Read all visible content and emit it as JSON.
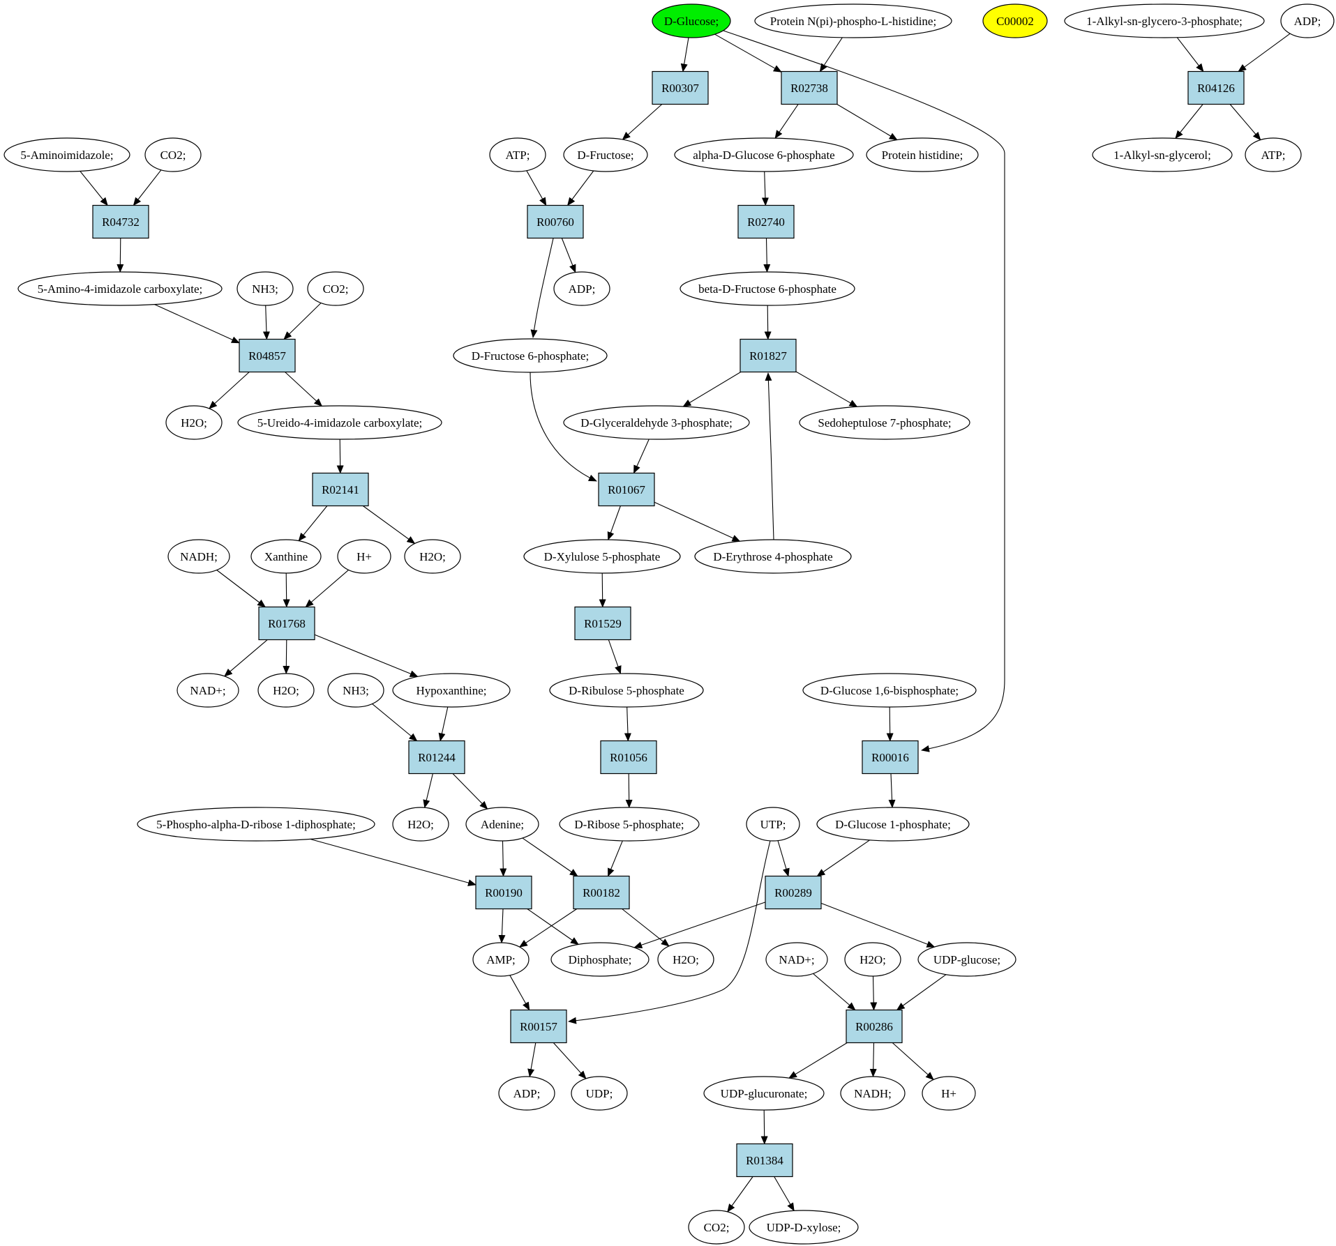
{
  "colors": {
    "reaction_fill": "#add8e6",
    "compound_fill": "#ffffff",
    "highlight_green": "#00ee00",
    "highlight_yellow": "#ffff00",
    "stroke": "#000000"
  },
  "compounds": [
    {
      "id": "dglucose",
      "label": "D-Glucose;",
      "fill": "#00ee00"
    },
    {
      "id": "protnphis",
      "label": "Protein N(pi)-phospho-L-histidine;"
    },
    {
      "id": "c00002",
      "label": "C00002",
      "fill": "#ffff00"
    },
    {
      "id": "alkylg3p",
      "label": "1-Alkyl-sn-glycero-3-phosphate;"
    },
    {
      "id": "adp_top",
      "label": "ADP;"
    },
    {
      "id": "aminoimid",
      "label": "5-Aminoimidazole;"
    },
    {
      "id": "co2_a",
      "label": "CO2;"
    },
    {
      "id": "atp_a",
      "label": "ATP;"
    },
    {
      "id": "dfructose",
      "label": "D-Fructose;"
    },
    {
      "id": "adg6p",
      "label": "alpha-D-Glucose 6-phosphate"
    },
    {
      "id": "prothis",
      "label": "Protein histidine;"
    },
    {
      "id": "alkylg",
      "label": "1-Alkyl-sn-glycerol;"
    },
    {
      "id": "atp_b",
      "label": "ATP;"
    },
    {
      "id": "amimcarb",
      "label": "5-Amino-4-imidazole carboxylate;"
    },
    {
      "id": "nh3_a",
      "label": "NH3;"
    },
    {
      "id": "co2_b",
      "label": "CO2;"
    },
    {
      "id": "adp_a",
      "label": "ADP;"
    },
    {
      "id": "bdf6p",
      "label": "beta-D-Fructose 6-phosphate"
    },
    {
      "id": "df6p",
      "label": "D-Fructose 6-phosphate;"
    },
    {
      "id": "h2o_a",
      "label": "H2O;"
    },
    {
      "id": "ureido",
      "label": "5-Ureido-4-imidazole carboxylate;"
    },
    {
      "id": "dg3p",
      "label": "D-Glyceraldehyde 3-phosphate;"
    },
    {
      "id": "sed7p",
      "label": "Sedoheptulose 7-phosphate;"
    },
    {
      "id": "nadh_a",
      "label": "NADH;"
    },
    {
      "id": "xanthine",
      "label": "Xanthine"
    },
    {
      "id": "hplus_a",
      "label": "H+"
    },
    {
      "id": "h2o_b",
      "label": "H2O;"
    },
    {
      "id": "dxyl5p",
      "label": "D-Xylulose 5-phosphate"
    },
    {
      "id": "dery4p",
      "label": "D-Erythrose 4-phosphate"
    },
    {
      "id": "nadplus_a",
      "label": "NAD+;"
    },
    {
      "id": "h2o_c",
      "label": "H2O;"
    },
    {
      "id": "nh3_b",
      "label": "NH3;"
    },
    {
      "id": "hypox",
      "label": "Hypoxanthine;"
    },
    {
      "id": "drib5p",
      "label": "D-Ribulose 5-phosphate"
    },
    {
      "id": "dg16bp",
      "label": "D-Glucose 1,6-bisphosphate;"
    },
    {
      "id": "prpp",
      "label": "5-Phospho-alpha-D-ribose 1-diphosphate;"
    },
    {
      "id": "h2o_d",
      "label": "H2O;"
    },
    {
      "id": "adenine",
      "label": "Adenine;"
    },
    {
      "id": "drbo5p",
      "label": "D-Ribose 5-phosphate;"
    },
    {
      "id": "utp",
      "label": "UTP;"
    },
    {
      "id": "dg1p",
      "label": "D-Glucose 1-phosphate;"
    },
    {
      "id": "amp",
      "label": "AMP;"
    },
    {
      "id": "diphos",
      "label": "Diphosphate;"
    },
    {
      "id": "h2o_e",
      "label": "H2O;"
    },
    {
      "id": "nadplus_b",
      "label": "NAD+;"
    },
    {
      "id": "h2o_f",
      "label": "H2O;"
    },
    {
      "id": "udpglc",
      "label": "UDP-glucose;"
    },
    {
      "id": "adp_b",
      "label": "ADP;"
    },
    {
      "id": "udp",
      "label": "UDP;"
    },
    {
      "id": "udpglcu",
      "label": "UDP-glucuronate;"
    },
    {
      "id": "nadh_b",
      "label": "NADH;"
    },
    {
      "id": "hplus_b",
      "label": "H+"
    },
    {
      "id": "co2_c",
      "label": "CO2;"
    },
    {
      "id": "udpxyl",
      "label": "UDP-D-xylose;"
    }
  ],
  "reactions": [
    {
      "id": "r00307",
      "label": "R00307"
    },
    {
      "id": "r02738",
      "label": "R02738"
    },
    {
      "id": "r04126",
      "label": "R04126"
    },
    {
      "id": "r04732",
      "label": "R04732"
    },
    {
      "id": "r00760",
      "label": "R00760"
    },
    {
      "id": "r02740",
      "label": "R02740"
    },
    {
      "id": "r04857",
      "label": "R04857"
    },
    {
      "id": "r01827",
      "label": "R01827"
    },
    {
      "id": "r02141",
      "label": "R02141"
    },
    {
      "id": "r01067",
      "label": "R01067"
    },
    {
      "id": "r01768",
      "label": "R01768"
    },
    {
      "id": "r01529",
      "label": "R01529"
    },
    {
      "id": "r01244",
      "label": "R01244"
    },
    {
      "id": "r01056",
      "label": "R01056"
    },
    {
      "id": "r00016",
      "label": "R00016"
    },
    {
      "id": "r00190",
      "label": "R00190"
    },
    {
      "id": "r00182",
      "label": "R00182"
    },
    {
      "id": "r00289",
      "label": "R00289"
    },
    {
      "id": "r00157",
      "label": "R00157"
    },
    {
      "id": "r00286",
      "label": "R00286"
    },
    {
      "id": "r01384",
      "label": "R01384"
    }
  ],
  "edges": [
    [
      "dglucose",
      "r00307"
    ],
    [
      "dglucose",
      "r02738"
    ],
    [
      "dglucose",
      "r00016"
    ],
    [
      "protnphis",
      "r02738"
    ],
    [
      "alkylg3p",
      "r04126"
    ],
    [
      "adp_top",
      "r04126"
    ],
    [
      "r04126",
      "alkylg"
    ],
    [
      "r04126",
      "atp_b"
    ],
    [
      "r00307",
      "dfructose"
    ],
    [
      "r02738",
      "adg6p"
    ],
    [
      "r02738",
      "prothis"
    ],
    [
      "aminoimid",
      "r04732"
    ],
    [
      "co2_a",
      "r04732"
    ],
    [
      "r04732",
      "amimcarb"
    ],
    [
      "atp_a",
      "r00760"
    ],
    [
      "dfructose",
      "r00760"
    ],
    [
      "r00760",
      "adp_a"
    ],
    [
      "r00760",
      "df6p"
    ],
    [
      "adg6p",
      "r02740"
    ],
    [
      "r02740",
      "bdf6p"
    ],
    [
      "amimcarb",
      "r04857"
    ],
    [
      "nh3_a",
      "r04857"
    ],
    [
      "co2_b",
      "r04857"
    ],
    [
      "r04857",
      "h2o_a"
    ],
    [
      "r04857",
      "ureido"
    ],
    [
      "bdf6p",
      "r01827"
    ],
    [
      "dery4p",
      "r01827"
    ],
    [
      "r01827",
      "dg3p"
    ],
    [
      "r01827",
      "sed7p"
    ],
    [
      "ureido",
      "r02141"
    ],
    [
      "r02141",
      "xanthine"
    ],
    [
      "r02141",
      "h2o_b"
    ],
    [
      "df6p",
      "r01067"
    ],
    [
      "dg3p",
      "r01067"
    ],
    [
      "r01067",
      "dxyl5p"
    ],
    [
      "r01067",
      "dery4p"
    ],
    [
      "nadh_a",
      "r01768"
    ],
    [
      "xanthine",
      "r01768"
    ],
    [
      "hplus_a",
      "r01768"
    ],
    [
      "r01768",
      "nadplus_a"
    ],
    [
      "r01768",
      "h2o_c"
    ],
    [
      "r01768",
      "hypox"
    ],
    [
      "dxyl5p",
      "r01529"
    ],
    [
      "r01529",
      "drib5p"
    ],
    [
      "nh3_b",
      "r01244"
    ],
    [
      "hypox",
      "r01244"
    ],
    [
      "r01244",
      "h2o_d"
    ],
    [
      "r01244",
      "adenine"
    ],
    [
      "drib5p",
      "r01056"
    ],
    [
      "r01056",
      "drbo5p"
    ],
    [
      "dg16bp",
      "r00016"
    ],
    [
      "r00016",
      "dg1p"
    ],
    [
      "prpp",
      "r00190"
    ],
    [
      "adenine",
      "r00190"
    ],
    [
      "r00190",
      "amp"
    ],
    [
      "r00190",
      "diphos"
    ],
    [
      "adenine",
      "r00182"
    ],
    [
      "drbo5p",
      "r00182"
    ],
    [
      "r00182",
      "amp"
    ],
    [
      "r00182",
      "h2o_e"
    ],
    [
      "utp",
      "r00289"
    ],
    [
      "dg1p",
      "r00289"
    ],
    [
      "r00289",
      "diphos"
    ],
    [
      "r00289",
      "udpglc"
    ],
    [
      "amp",
      "r00157"
    ],
    [
      "utp",
      "r00157"
    ],
    [
      "r00157",
      "adp_b"
    ],
    [
      "r00157",
      "udp"
    ],
    [
      "nadplus_b",
      "r00286"
    ],
    [
      "h2o_f",
      "r00286"
    ],
    [
      "udpglc",
      "r00286"
    ],
    [
      "r00286",
      "udpglcu"
    ],
    [
      "r00286",
      "nadh_b"
    ],
    [
      "r00286",
      "hplus_b"
    ],
    [
      "udpglcu",
      "r01384"
    ],
    [
      "r01384",
      "co2_c"
    ],
    [
      "r01384",
      "udpxyl"
    ]
  ]
}
